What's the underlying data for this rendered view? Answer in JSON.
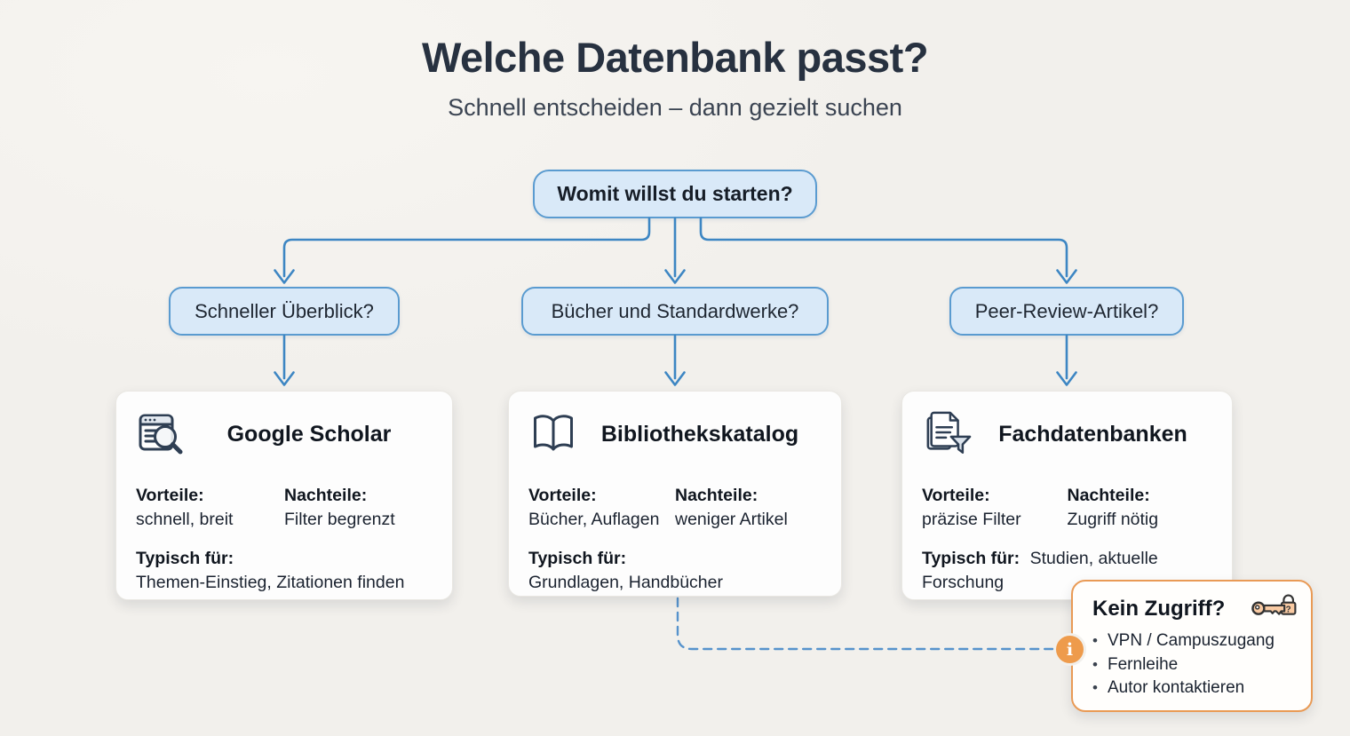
{
  "header": {
    "title": "Welche Datenbank passt?",
    "subtitle": "Schnell entscheiden – dann gezielt suchen"
  },
  "flow": {
    "root_label": "Womit willst du starten?",
    "branches": [
      {
        "question": "Schneller Überblick?",
        "card": {
          "icon": "browser-search-icon",
          "title": "Google Scholar",
          "pros_label": "Vorteile:",
          "pros_value": "schnell, breit",
          "cons_label": "Nachteile:",
          "cons_value": "Filter begrenzt",
          "typical_label": "Typisch für:",
          "typical_value": "Themen-Einstieg, Zitationen finden"
        }
      },
      {
        "question": "Bücher und Standardwerke?",
        "card": {
          "icon": "open-book-icon",
          "title": "Bibliothekskatalog",
          "pros_label": "Vorteile:",
          "pros_value": "Bücher, Auflagen",
          "cons_label": "Nachteile:",
          "cons_value": "weniger Artikel",
          "typical_label": "Typisch für:",
          "typical_value": "Grundlagen, Handbücher"
        }
      },
      {
        "question": "Peer-Review-Artikel?",
        "card": {
          "icon": "documents-filter-icon",
          "title": "Fachdatenbanken",
          "pros_label": "Vorteile:",
          "pros_value": "präzise Filter",
          "cons_label": "Nachteile:",
          "cons_value": "Zugriff nötig",
          "typical_label": "Typisch für:",
          "typical_value": "Studien, aktuelle Forschung"
        }
      }
    ]
  },
  "note": {
    "title": "Kein Zugriff?",
    "icon": "key-lock-icon",
    "badge": "i",
    "items": [
      "VPN / Campuszugang",
      "Fernleihe",
      "Autor kontaktieren"
    ]
  },
  "colors": {
    "background": "#f2f0ec",
    "accent_blue": "#3d86c3",
    "node_fill": "#d9e9f8",
    "node_border": "#5a9bd0",
    "card_bg": "#fdfdfd",
    "note_border": "#e99a55",
    "badge_orange": "#ee9b4c",
    "title_text": "#273140",
    "body_text": "#1b2330"
  }
}
